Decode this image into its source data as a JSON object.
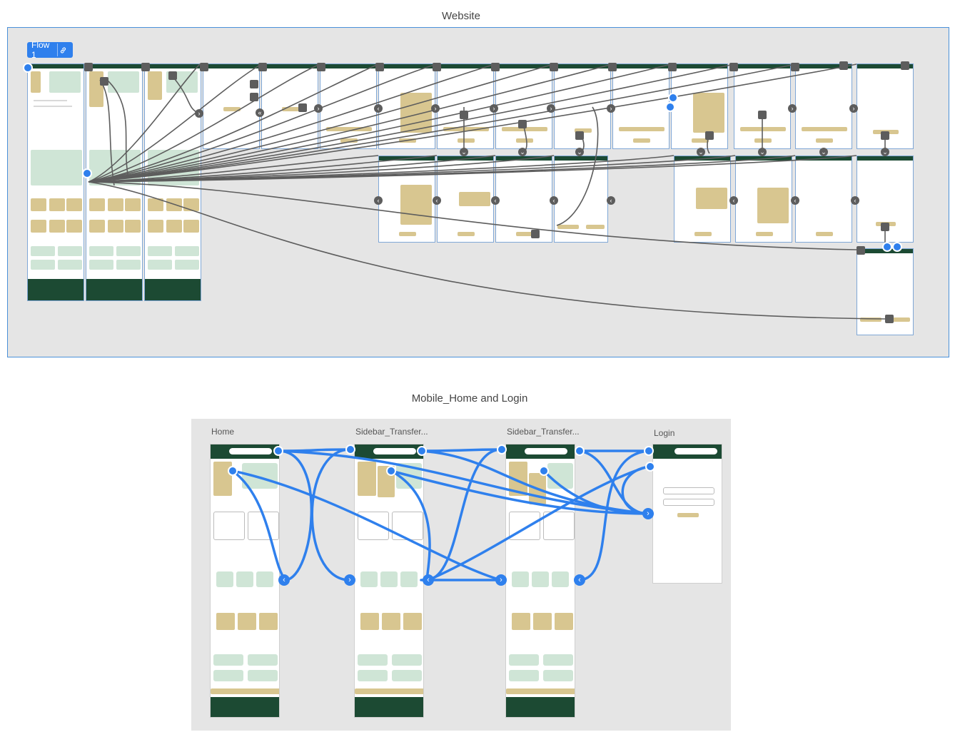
{
  "canvas": {
    "website_section_title": "Website",
    "mobile_section_title": "Mobile_Home and Login"
  },
  "flow": {
    "label": "Flow 1",
    "icon": "link-icon"
  },
  "mobile_frames": {
    "home": "Home",
    "sidebar_transfer_1": "Sidebar_Transfer...",
    "sidebar_transfer_2": "Sidebar_Transfer...",
    "login": "Login"
  },
  "colors": {
    "canvas_bg": "#e5e5e5",
    "brand_dark_green": "#1c4a33",
    "accent_tan": "#d8c690",
    "selection_blue": "#2f80ed",
    "wire_gray": "#5d5d5d"
  }
}
